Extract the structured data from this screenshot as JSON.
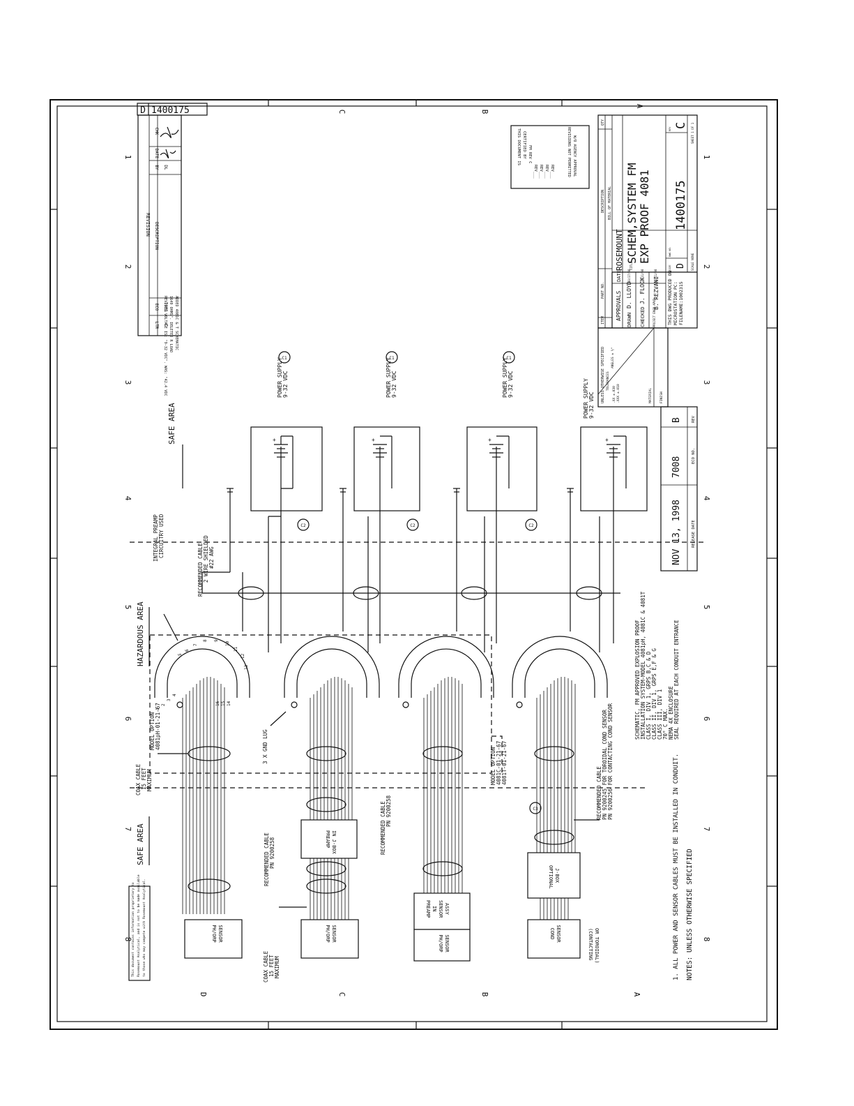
{
  "border": {
    "top_letters": [
      "D",
      "C",
      "B",
      "A"
    ],
    "bottom_letters": [
      "D",
      "C",
      "B",
      "A"
    ],
    "left_numbers": [
      "1",
      "2",
      "3",
      "4",
      "5",
      "6",
      "7",
      "8"
    ],
    "right_numbers": [
      "1",
      "2",
      "3",
      "4",
      "5",
      "6",
      "7",
      "8"
    ]
  },
  "drawing_number": "1400175",
  "revision_block": {
    "title": "REVISION",
    "headers": [
      "LTR",
      "ECO",
      "DESCRIPTION",
      "BY",
      "DATE",
      "CHK"
    ],
    "ltr": "C",
    "eco": "7031",
    "desc_lines": [
      "REVISED VOLTAGE IS: \"9-32 VDC\". WAS: \"42.4 VDC",
      "1649 OHMS\". DELETED R LOAD",
      "ADDED 4081C & T SCHEMATIC"
    ],
    "by": "DL"
  },
  "certification": {
    "lines": [
      "THIS DOCUMENT IS",
      "CERTIFIED BY",
      "FM      REV C",
      "REV___",
      "REV___",
      "REV___",
      "REV___",
      "REVISIONS NOT PERMITTED",
      "W/O AGENCY APPROVAL"
    ]
  },
  "areas": {
    "safe": "SAFE AREA",
    "hazardous": "HAZARDOUS AREA"
  },
  "power_supply": {
    "label": "POWER SUPPLY",
    "voltage": "9-32 VDC",
    "plus": "+",
    "minus": "-",
    "c1": "C1",
    "c2": "C2",
    "c3": "C3"
  },
  "labels": {
    "rec_cable_power": [
      "RECOMMENDED CABLE",
      "2 WIRE SHIELDED",
      "#22 AWG"
    ],
    "integral_preamp": [
      "INTEGRAL PREAMP",
      "CIRCUITRY USED"
    ],
    "model_option_ph": [
      "MODEL OPTION",
      "4081pH-01-21-67"
    ],
    "model_option_cond": [
      "MODEL OPTION",
      "4081C-01-21-67",
      "4081T-01-21-67"
    ],
    "coax_top": [
      "COAX CABLE",
      "15 FEET",
      "MAXIMUM"
    ],
    "coax_second": [
      "COAX CABLE",
      "15 FEET",
      "MAXIMUM"
    ],
    "gnd_lug": "3 X GND LUG",
    "rec_cable_258a": [
      "RECOMMENDED CABLE",
      "PN 9200258"
    ],
    "rec_cable_258b": [
      "RECOMMENDED CABLE",
      "PN 9200258"
    ],
    "rec_cable_cond": [
      "RECOMMENDED CABLE",
      "PN 9200245 FOR TOROIDAL COND SENSOR",
      "PN 9200256 FOR CONTACTING COND SENSOR"
    ],
    "preamp_jbox": [
      "PREAMP",
      "IN J-BOX"
    ],
    "preamp_sensor": [
      "PREAMP",
      "IN",
      "SENSOR",
      "ASSY"
    ],
    "optional_jbox": [
      "OPTIONAL",
      "J-BOX"
    ],
    "ph_orp_sensor": [
      "PH/ORP",
      "SENSOR"
    ],
    "cond_sensor": [
      "COND",
      "SENSOR"
    ],
    "contacting": [
      "(CONTACTING",
      "OR TOROIDAL)"
    ]
  },
  "terminal_numbers": [
    "1",
    "2",
    "3",
    "4",
    "5",
    "6",
    "7",
    "8",
    "9",
    "10",
    "11",
    "12",
    "13",
    "14",
    "15",
    "16"
  ],
  "schematic_notes": [
    "SCHEMATIC, FM APPROVED EXPLOSION PROOF",
    "INSTALLATION SYSTEM-MODEL 4081pH, 4081C & 4081T",
    "CLASS I, DIV 1, GRPS B,C & D",
    "CLASS II, DIV 1, GRPS E,F & G",
    "CLASS III, DIV 1",
    "70° C MAX.",
    "NEMA 4X ENCLOSURE",
    "SEAL REQUIRED AT EACH CONDUIT ENTRANCE"
  ],
  "notes": {
    "heading": "NOTES: UNLESS OTHERWISE SPECIFIED",
    "note1": "1. ALL POWER AND SENSOR CABLES MUST BE INSTALLED IN CONDUIT."
  },
  "title_block": {
    "item_headers": [
      "ITEM",
      "PART NO.",
      "DESCRIPTION",
      "QTY"
    ],
    "bom": "BILL OF MATERIAL",
    "approvals": "APPROVALS",
    "date_hdr": "DATE",
    "drawn_label": "DRAWN",
    "drawn_name": "D. LLOYD",
    "drawn_date": "10/27/98",
    "checked_label": "CHECKED",
    "checked_name": "J. FLOCK",
    "checked_date": "11/11/98",
    "project_label": "PROJECT ENGR APVD",
    "project_name": "B. REZVANI",
    "project_date": "11/11/98",
    "company": "ROSEMOUNT",
    "title_label": "TITLE",
    "title_line1": "SCHEM,SYSTEM FM",
    "title_line2": "EXP PROOF 4081",
    "size_label": "SIZE",
    "size": "D",
    "dwg_label": "DWG NO.",
    "dwg_no": "1400175",
    "rev_label": "REV",
    "rev": "C",
    "scale": "SCALE NONE",
    "sheet": "SHEET 1 OF 1",
    "cad_lines": [
      "THIS DWG PRODUCED ON",
      "MICROSTATION PC:",
      "FILENAME:1002315"
    ],
    "tolerances_title": "UNLESS OTHERWISE SPECIFIED",
    "tolerances": "TOLERANCES",
    "angles": "ANGLES ± ½°",
    "tol_lines": [
      ".XX ±.030",
      ".XXX ±.010"
    ],
    "material": "MATERIAL",
    "finish": "FINISH"
  },
  "release": {
    "date": "NOV 13, 1998",
    "date_label": "RELEASE DATE",
    "eco": "7008",
    "eco_label": "ECO NO.",
    "rev": "B",
    "rev_label": "REV"
  },
  "proprietary": [
    "This document contains information proprietary to",
    "Rosemount Analytical, and is not to be made available",
    "to those who may compete with Rosemount Analytical."
  ]
}
